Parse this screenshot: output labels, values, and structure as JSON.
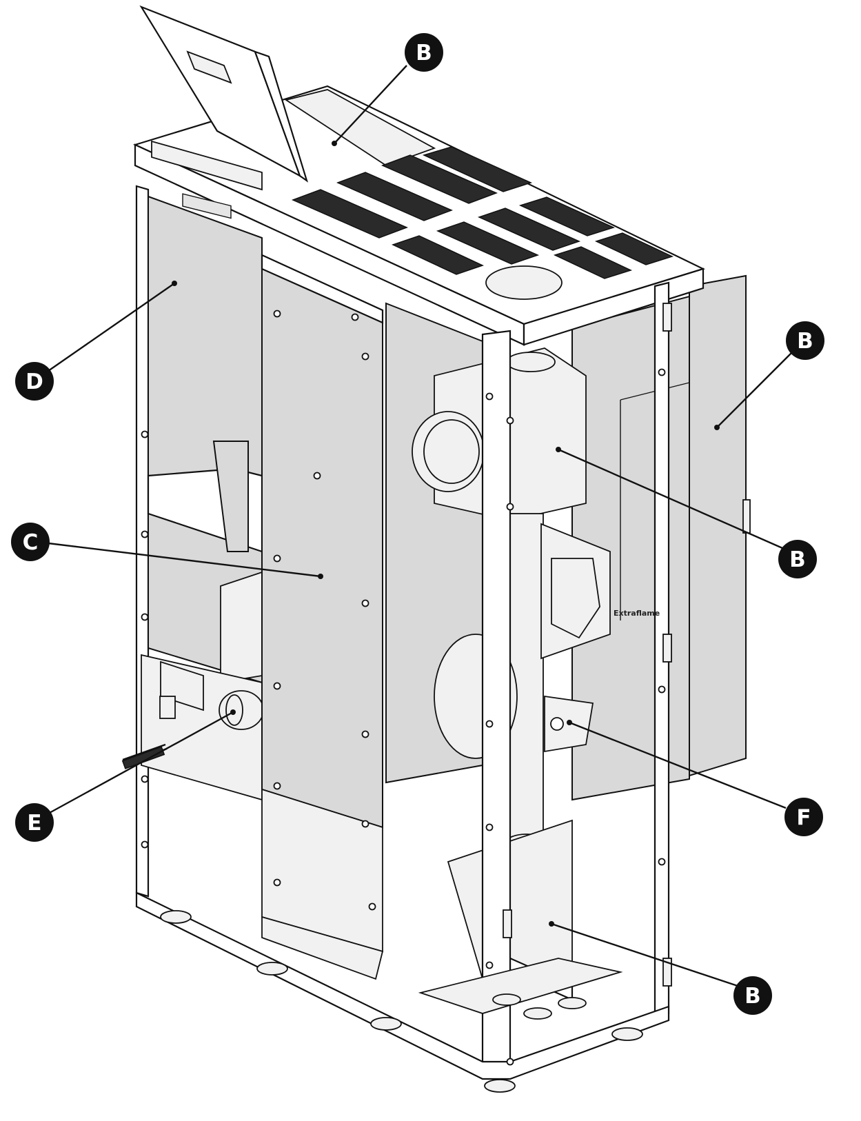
{
  "brand_text": "Extraflame",
  "callouts": [
    {
      "id": "b-top",
      "letter": "B"
    },
    {
      "id": "b-right-top",
      "letter": "B"
    },
    {
      "id": "b-right-mid",
      "letter": "B"
    },
    {
      "id": "b-bottom",
      "letter": "B"
    },
    {
      "id": "c",
      "letter": "C"
    },
    {
      "id": "d",
      "letter": "D"
    },
    {
      "id": "e",
      "letter": "E"
    },
    {
      "id": "f",
      "letter": "F"
    }
  ]
}
